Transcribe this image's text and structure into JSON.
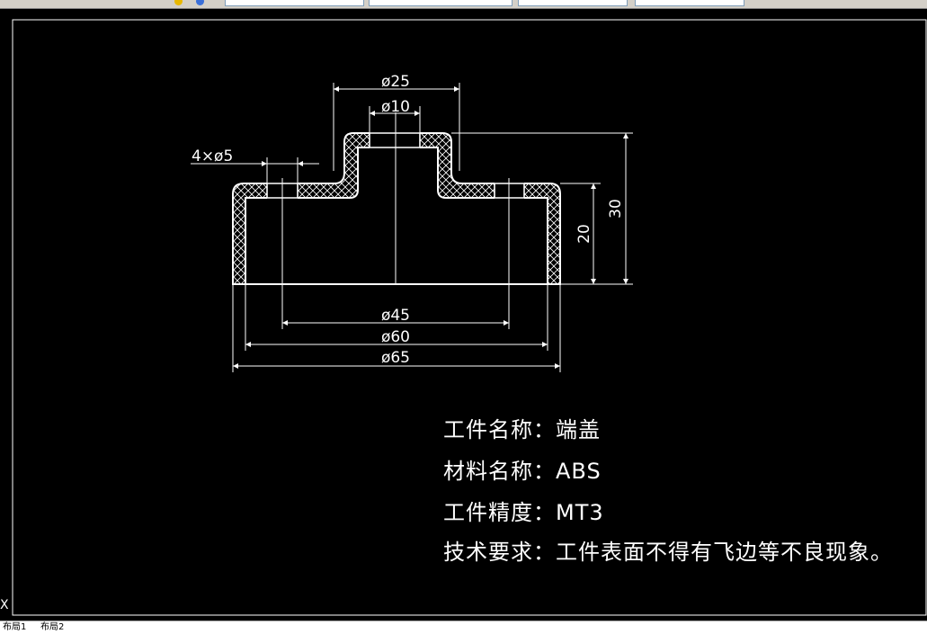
{
  "toolbar": {
    "fields": [
      "",
      "",
      "",
      "",
      "",
      ""
    ]
  },
  "drawing": {
    "dimensions": {
      "d25": "ø25",
      "d10": "ø10",
      "holes": "4×ø5",
      "d45": "ø45",
      "d60": "ø60",
      "d65": "ø65",
      "h20": "20",
      "h30": "30"
    },
    "notes": {
      "part_name": "工件名称：端盖",
      "material": "材料名称：ABS",
      "precision": "工件精度：MT3",
      "requirement": "技术要求：工件表面不得有飞边等不良现象。"
    }
  },
  "status_bar": {
    "tab1": "布局1",
    "tab2": "布局2"
  },
  "ucs": "X",
  "colors": {
    "background": "#000000",
    "line": "#ffffff"
  }
}
